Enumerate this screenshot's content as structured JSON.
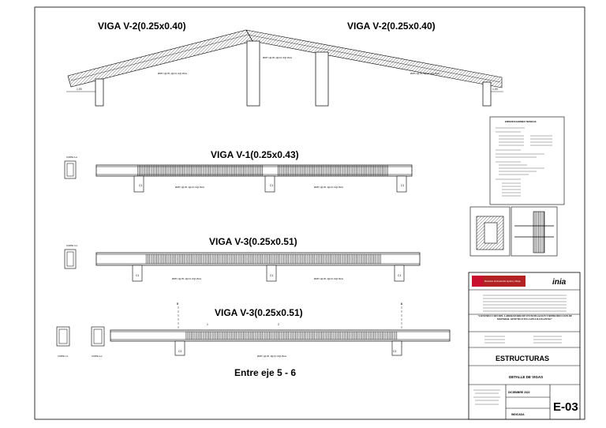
{
  "colors": {
    "ink": "#000000",
    "paper": "#ffffff",
    "hatch": "#444444",
    "brand_red": "#c8102e",
    "logo_red": "#b22222"
  },
  "beam_top": {
    "title_left": "VIGA V-2(0.25x0.40)",
    "title_right": "VIGA V-2(0.25x0.40)",
    "dim_left": "1.00",
    "dim_right": "1.00",
    "note": "Ø3/8\",1@.05, 4@.10, R@.15c/e"
  },
  "beam_v1": {
    "title": "VIGA V-1(0.25x0.43)",
    "section": "CORTE A-A",
    "cols": [
      "C1",
      "C1",
      "C1"
    ],
    "note": "Ø3/8\",1@.05, 4@.10, R@.15c/e"
  },
  "beam_v3": {
    "title": "VIGA V-3(0.25x0.51)",
    "section": "CORTE C-C",
    "cols": [
      "C1",
      "C1",
      "C1"
    ],
    "note": "Ø3/8\",1@.05, 4@.10, R@.15c/e"
  },
  "beam_v3b": {
    "title": "VIGA V-3(0.25x0.51)",
    "section_1": "CORTE 1-1",
    "section_2": "CORTE 2-2",
    "axis_left": "5",
    "axis_right": "6",
    "mark_1": "1",
    "mark_2": "2",
    "cols": [
      "C2",
      "C2"
    ],
    "note": "Ø3/8\",1@.05, 4@.10, R@.15c/e",
    "caption": "Entre eje 5 - 6"
  },
  "specs": {
    "title": "ESPECIFICACIONES TECNICAS"
  },
  "titleblock": {
    "ministry": "Ministerio de Desarrollo Agrario y Riego",
    "inia": "inia",
    "project": "\"CONSTRUCCION DEL LABORATORIO DE INVESTIGACION Y REPRODUCCION DE MATERIAL GENETICO EN LA EEA ILLPA-PUNO\"",
    "specialty": "ESTRUCTURAS",
    "sheet_title": "DETALLE DE VIGAS",
    "date": "DICIEMBRE 2022",
    "scale": "INDICADA",
    "code": "E-03"
  }
}
